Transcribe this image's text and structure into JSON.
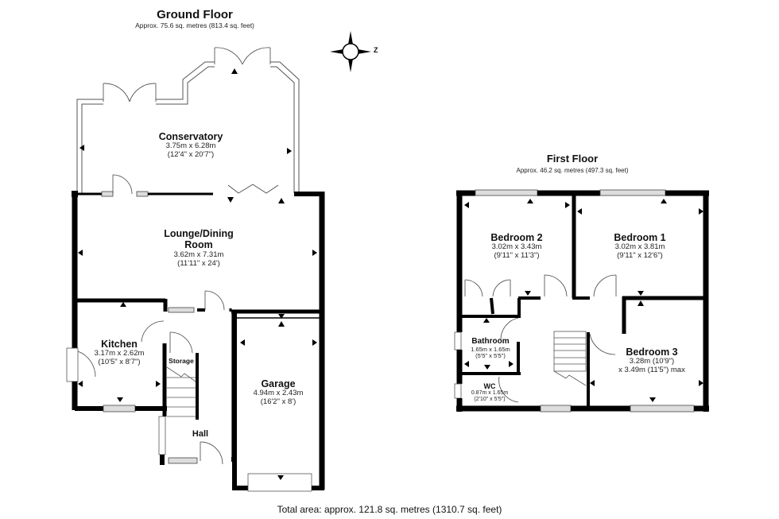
{
  "ground_floor": {
    "title": "Ground Floor",
    "area": "Approx. 75.6 sq. metres (813.4 sq. feet)",
    "rooms": [
      {
        "name": "Conservatory",
        "dims_metric": "3.75m x 6.28m",
        "dims_imperial": "(12'4\" x 20'7\")"
      },
      {
        "name": "Lounge/Dining",
        "name_line2": "Room",
        "dims_metric": "3.62m x 7.31m",
        "dims_imperial": "(11'11\" x 24')"
      },
      {
        "name": "Kitchen",
        "dims_metric": "3.17m x 2.62m",
        "dims_imperial": "(10'5\" x 8'7\")"
      },
      {
        "name": "Storage"
      },
      {
        "name": "Hall"
      },
      {
        "name": "Garage",
        "dims_metric": "4.94m x 2.43m",
        "dims_imperial": "(16'2\" x 8')"
      }
    ]
  },
  "first_floor": {
    "title": "First Floor",
    "area": "Approx. 46.2 sq. metres (497.3 sq. feet)",
    "rooms": [
      {
        "name": "Bedroom 2",
        "dims_metric": "3.02m x 3.43m",
        "dims_imperial": "(9'11\" x 11'3\")"
      },
      {
        "name": "Bedroom 1",
        "dims_metric": "3.02m x 3.81m",
        "dims_imperial": "(9'11\" x 12'6\")"
      },
      {
        "name": "Bathroom",
        "dims_metric": "1.65m x 1.65m",
        "dims_imperial": "(5'5\" x 5'5\")"
      },
      {
        "name": "WC",
        "dims_metric": "0.87m x 1.65m",
        "dims_imperial": "(2'10\" x 5'5\")"
      },
      {
        "name": "Bedroom 3",
        "dims_metric": "3.28m (10'9\")",
        "dims_imperial": "x 3.49m (11'5\") max"
      }
    ]
  },
  "compass": {
    "label": "Z",
    "icon": "compass-rose-icon"
  },
  "total_area": "Total area: approx. 121.8 sq. metres (1310.7 sq. feet)",
  "colors": {
    "wall": "#000000",
    "background": "#ffffff",
    "window": "#d8d8d8"
  }
}
